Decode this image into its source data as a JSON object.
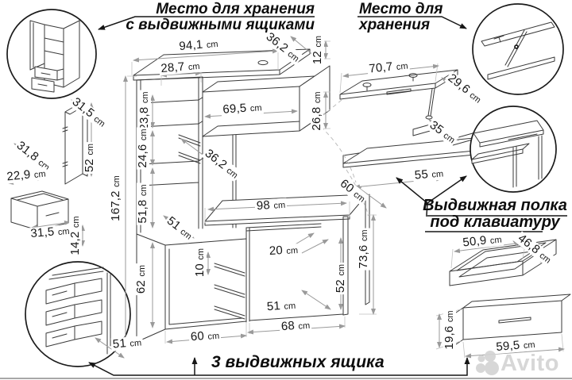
{
  "titles": {
    "storage_drawers_1": "Место для хранения",
    "storage_drawers_2": "с выдвижными ящиками",
    "storage_1": "Место для",
    "storage_2": "хранения",
    "keyboard_1": "Выдвижная полка",
    "keyboard_2": "под клавиатуру",
    "drawers_caption": "3 выдвижных ящика"
  },
  "watermark": {
    "text": "Avito"
  },
  "dims": {
    "unit": "cm",
    "top_width": "94,1",
    "top_left_section": "28,7",
    "top_depth": "36,2",
    "hutch_top_height": "12",
    "shelf_gap_upper": "23,8",
    "shelf_gap_lower": "24,6",
    "niche_width": "69,5",
    "niche_height": "26,8",
    "mid_depth": "36,2",
    "total_height": "167,2",
    "left_mid_height": "51,8",
    "lower_depth": "51",
    "desktop_width": "98",
    "desktop_depth": "60",
    "slide_spacing": "10",
    "rear_gap": "20",
    "cabinet_height": "62",
    "desk_height": "73,6",
    "knee_height": "52",
    "knee_depth": "51",
    "right_section_width": "68",
    "left_section_width": "60",
    "base_depth": "51",
    "door_width": "31,5",
    "door_height": "52",
    "side_drawer_depth": "31,8",
    "side_drawer_top_width": "22,9",
    "side_drawer_width": "31,5",
    "side_drawer_height": "14,2",
    "flap_width": "70,7",
    "flap_depth": "29,6",
    "kb_shelf_depth": "35",
    "kb_shelf_width": "55",
    "box_drawer_width": "50,9",
    "box_drawer_depth": "46,8",
    "front_drawer_height": "19,6",
    "front_drawer_width": "59,5"
  }
}
